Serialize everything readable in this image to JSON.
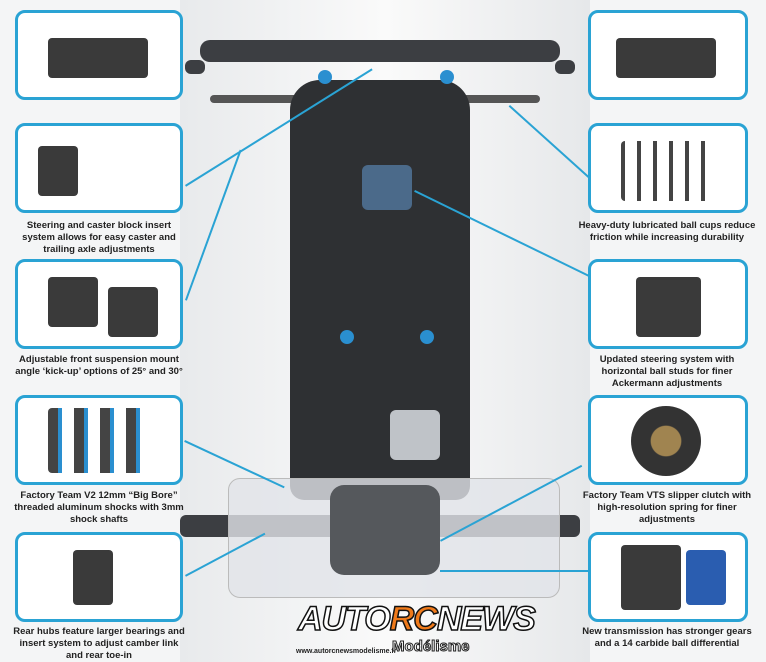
{
  "left_features": [
    {
      "caption": ""
    },
    {
      "caption": "Steering and caster block insert system allows for easy caster and trailing axle adjustments"
    },
    {
      "caption": "Adjustable front suspension mount angle ‘kick-up’ options of 25° and 30°"
    },
    {
      "caption": "Factory Team V2 12mm “Big Bore” threaded aluminum shocks with 3mm shock shafts"
    },
    {
      "caption": "Rear hubs feature larger bearings and insert system to adjust camber link and rear toe-in"
    }
  ],
  "right_features": [
    {
      "caption": ""
    },
    {
      "caption": "Heavy-duty lubricated ball cups reduce friction while increasing durability"
    },
    {
      "caption": "Updated steering system with horizontal ball studs for finer Ackermann adjustments"
    },
    {
      "caption": "Factory Team VTS slipper clutch with high-resolution spring for finer adjustments"
    },
    {
      "caption": "New transmission has stronger gears and a 14 carbide ball differential"
    }
  ],
  "logo": {
    "auto": "AUTO",
    "rc": "RC",
    "news": "NEWS",
    "subtitle": "Modélisme",
    "website": "www.autorcnewsmodelisme.fr"
  },
  "colors": {
    "accent": "#2aa3d4",
    "logo_orange": "#f07a1a"
  }
}
